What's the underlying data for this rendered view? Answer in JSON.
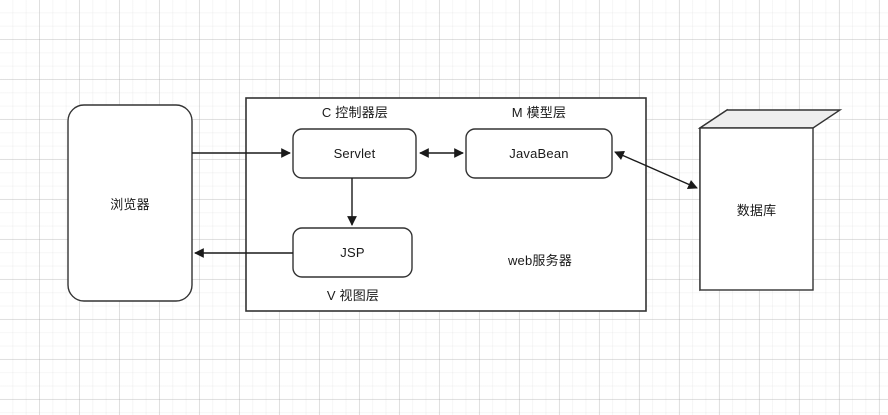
{
  "diagram": {
    "title": "MVC web architecture diagram",
    "colors": {
      "stroke": "#333333",
      "node_fill": "#ffffff",
      "cube_side_fill": "#eeeeee",
      "grid_major": "#aaaaaa",
      "grid_minor": "#c8c8c8",
      "text": "#1a1a1a"
    },
    "nodes": {
      "browser": {
        "label": "浏览器",
        "shape": "rounded-rect"
      },
      "server_container": {
        "label": "web服务器",
        "shape": "rect"
      },
      "servlet": {
        "label": "Servlet",
        "shape": "rounded-rect"
      },
      "jsp": {
        "label": "JSP",
        "shape": "rounded-rect"
      },
      "javabean": {
        "label": "JavaBean",
        "shape": "rounded-rect"
      },
      "database": {
        "label": "数据库",
        "shape": "cube"
      }
    },
    "layer_labels": {
      "controller": "C 控制器层",
      "model": "M 模型层",
      "view": "V 视图层"
    },
    "connections": [
      {
        "name": "browser-to-servlet",
        "from": "browser",
        "to": "servlet",
        "arrows": "end"
      },
      {
        "name": "jsp-to-browser",
        "from": "jsp",
        "to": "browser",
        "arrows": "end"
      },
      {
        "name": "servlet-to-jsp",
        "from": "servlet",
        "to": "jsp",
        "arrows": "end"
      },
      {
        "name": "servlet-javabean",
        "from": "servlet",
        "to": "javabean",
        "arrows": "both"
      },
      {
        "name": "javabean-database",
        "from": "javabean",
        "to": "database",
        "arrows": "both"
      }
    ]
  }
}
